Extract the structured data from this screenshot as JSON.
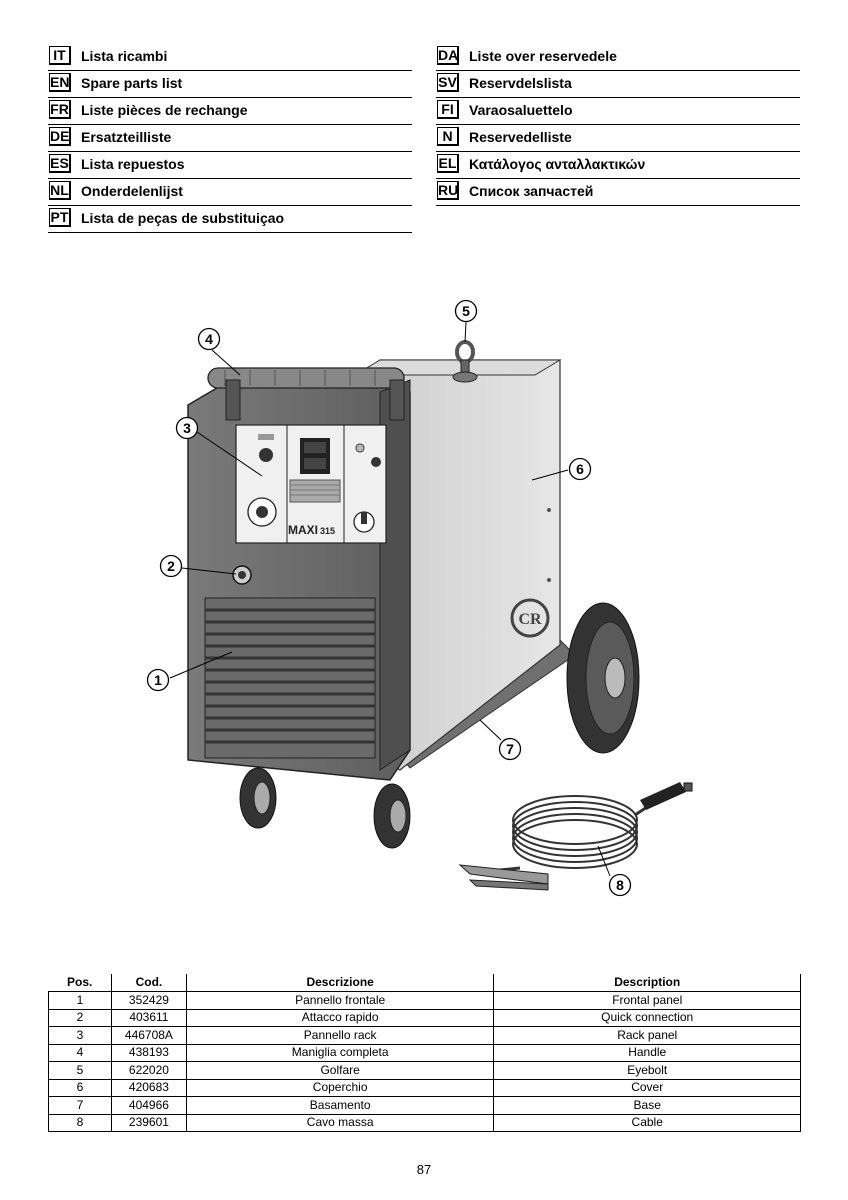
{
  "languages_left": [
    {
      "code": "IT",
      "label": "Lista ricambi"
    },
    {
      "code": "EN",
      "label": "Spare parts list"
    },
    {
      "code": "FR",
      "label": "Liste pièces de rechange"
    },
    {
      "code": "DE",
      "label": "Ersatzteilliste"
    },
    {
      "code": "ES",
      "label": "Lista repuestos"
    },
    {
      "code": "NL",
      "label": "Onderdelenlijst"
    },
    {
      "code": "PT",
      "label": "Lista de peças de substituiçao"
    }
  ],
  "languages_right": [
    {
      "code": "DA",
      "label": "Liste over reservedele"
    },
    {
      "code": "SV",
      "label": "Reservdelslista"
    },
    {
      "code": "FI",
      "label": "Varaosaluettelo"
    },
    {
      "code": "N",
      "label": "Reservedelliste"
    },
    {
      "code": "EL",
      "label": "Κατάλογος ανταλλακτικών"
    },
    {
      "code": "RU",
      "label": "Список запчастей"
    }
  ],
  "figure": {
    "model_label": "MAXI",
    "model_number": "315",
    "callouts": [
      "1",
      "2",
      "3",
      "4",
      "5",
      "6",
      "7",
      "8"
    ]
  },
  "table": {
    "headers": {
      "pos": "Pos.",
      "cod": "Cod.",
      "descrizione": "Descrizione",
      "description": "Description"
    },
    "rows": [
      {
        "pos": "1",
        "cod": "352429",
        "descrizione": "Pannello frontale",
        "description": "Frontal panel"
      },
      {
        "pos": "2",
        "cod": "403611",
        "descrizione": "Attacco rapido",
        "description": "Quick connection"
      },
      {
        "pos": "3",
        "cod": "446708A",
        "descrizione": "Pannello rack",
        "description": "Rack panel"
      },
      {
        "pos": "4",
        "cod": "438193",
        "descrizione": "Maniglia completa",
        "description": "Handle"
      },
      {
        "pos": "5",
        "cod": "622020",
        "descrizione": "Golfare",
        "description": "Eyebolt"
      },
      {
        "pos": "6",
        "cod": "420683",
        "descrizione": "Coperchio",
        "description": "Cover"
      },
      {
        "pos": "7",
        "cod": "404966",
        "descrizione": "Basamento",
        "description": "Base"
      },
      {
        "pos": "8",
        "cod": "239601",
        "descrizione": "Cavo massa",
        "description": "Cable"
      }
    ]
  },
  "page_number": "87"
}
